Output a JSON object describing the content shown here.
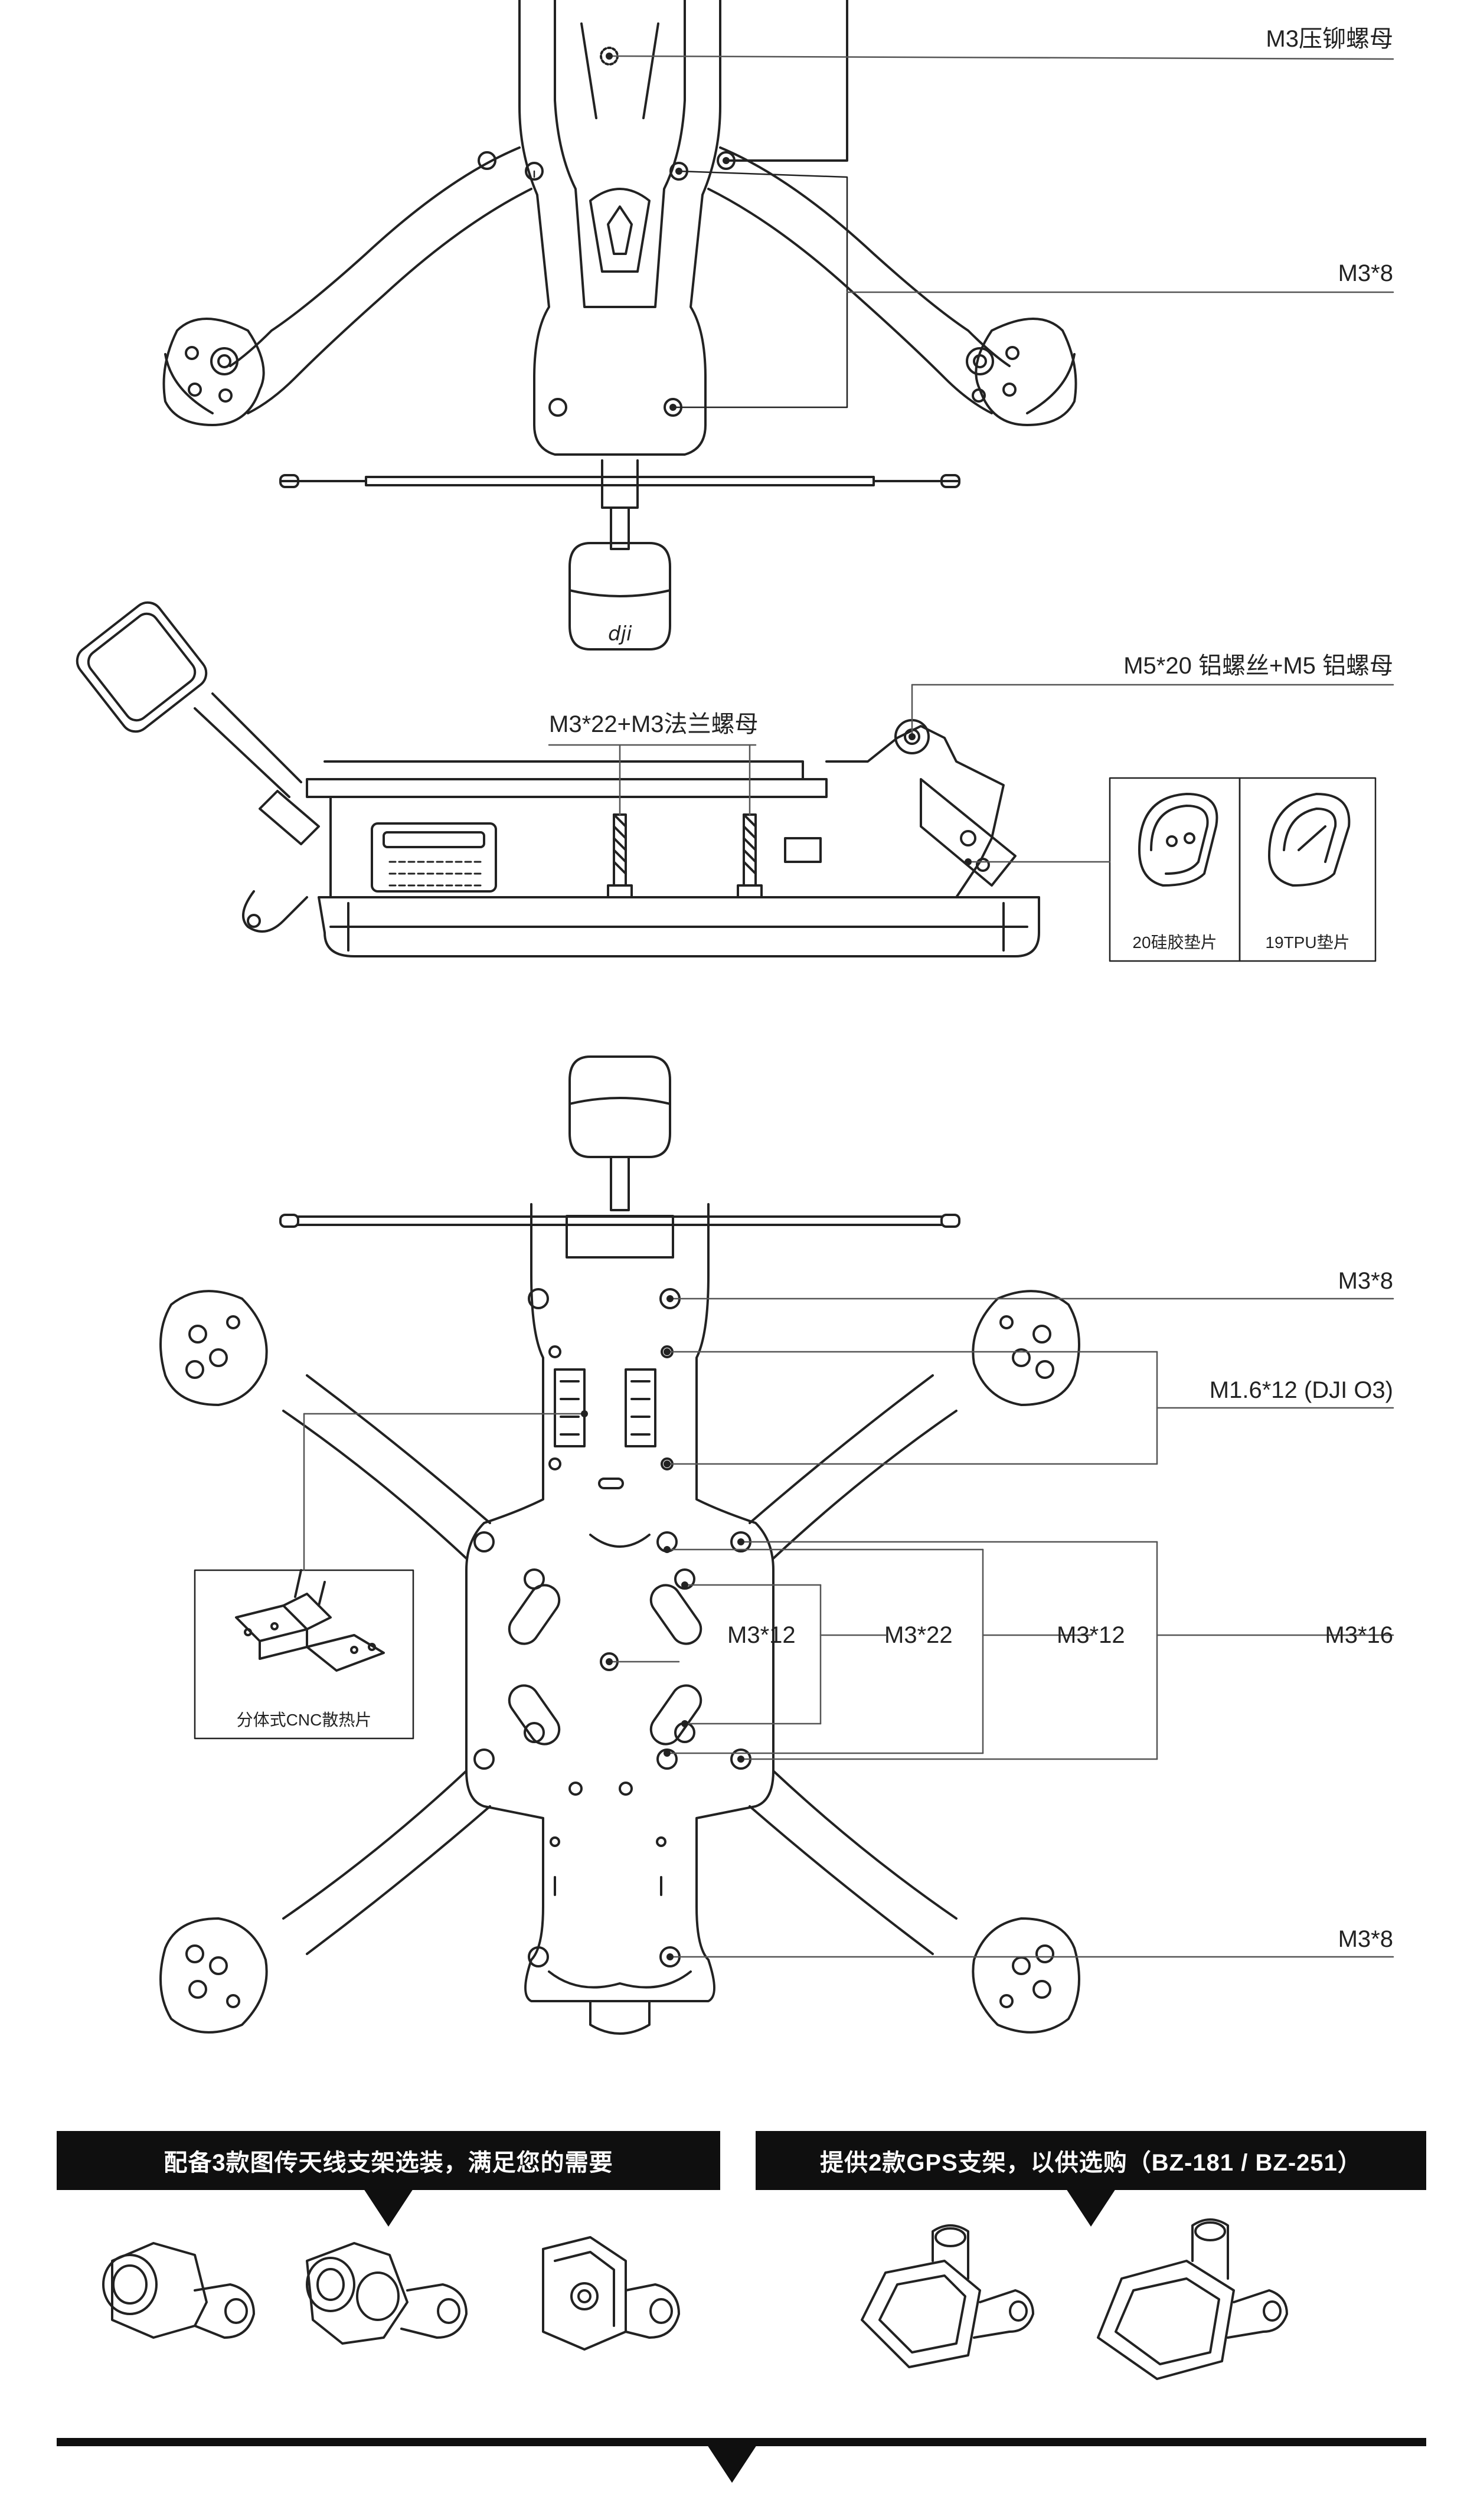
{
  "top_view": {
    "labels": {
      "rivet_nut": "M3压铆螺母",
      "screw_m3x8": "M3*8"
    }
  },
  "side_view": {
    "labels": {
      "m5_screw": "M5*20 铝螺丝+M5 铝螺母",
      "standoff": "M3*22+M3法兰螺母"
    },
    "inset": {
      "pad_silicone": "20硅胶垫片",
      "pad_tpu": "19TPU垫片"
    },
    "camera_logo": "dji"
  },
  "bottom_view": {
    "labels": {
      "m3x8_top": "M3*8",
      "dji_o3": "M1.6*12 (DJI O3)",
      "m3x12_inner": "M3*12",
      "m3x22": "M3*22",
      "m3x12_outer": "M3*12",
      "m3x16": "M3*16",
      "m3x8_bottom": "M3*8"
    },
    "inset_caption": "分体式CNC散热片"
  },
  "banners": {
    "antenna": "配备3款图传天线支架选装，满足您的需要",
    "gps": "提供2款GPS支架，以供选购（BZ-181 / BZ-251）"
  },
  "colors": {
    "line": "#222222",
    "banner_bg": "#0f0f0f",
    "banner_text": "#ffffff",
    "leader": "#555555"
  }
}
